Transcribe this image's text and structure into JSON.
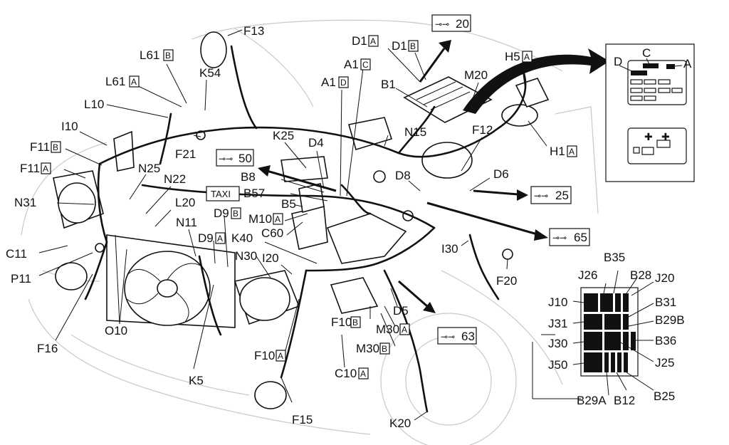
{
  "labels": {
    "F13": "F13",
    "L61B": "L61",
    "L61A": "L61",
    "K54": "K54",
    "L10": "L10",
    "I10": "I10",
    "F11B": "F11",
    "F11A": "F11",
    "N31": "N31",
    "C11": "C11",
    "P11": "P11",
    "F16": "F16",
    "O10": "O10",
    "K5": "K5",
    "F15": "F15",
    "N25": "N25",
    "N22": "N22",
    "L20": "L20",
    "N11": "N11",
    "D9B": "D9",
    "D9A": "D9",
    "K40": "K40",
    "N30": "N30",
    "I20": "I20",
    "C60": "C60",
    "M10A": "M10",
    "B5": "B5",
    "B57": "B57",
    "B8": "B8",
    "TAXI": "TAXI",
    "K25": "K25",
    "D4": "D4",
    "F21": "F21",
    "A1D": "A1",
    "A1C": "A1",
    "D1A": "D1",
    "D1B": "D1",
    "B1": "B1",
    "M20": "M20",
    "N15": "N15",
    "F12": "F12",
    "H5A": "H5",
    "H1A": "H1",
    "D8": "D8",
    "D6": "D6",
    "I30": "I30",
    "F20": "F20",
    "D5": "D5",
    "F10B": "F10",
    "M30A": "M30",
    "M30B": "M30",
    "F10A": "F10",
    "C10A": "C10",
    "K20": "K20",
    "J26": "J26",
    "B35": "B35",
    "B28": "B28",
    "J20": "J20",
    "J10": "J10",
    "B31": "B31",
    "J31": "J31",
    "B29B": "B29B",
    "J30": "J30",
    "B36": "B36",
    "J50": "J50",
    "J25": "J25",
    "B29A": "B29A",
    "B12": "B12",
    "B25": "B25"
  },
  "badges": {
    "L61B": "B",
    "L61A": "A",
    "F11B": "B",
    "F11A": "A",
    "D9B": "B",
    "D9A": "A",
    "M10A": "A",
    "A1D": "D",
    "A1C": "C",
    "D1A": "A",
    "D1B": "B",
    "H5A": "A",
    "H1A": "A",
    "F10B": "B",
    "M30A": "A",
    "M30B": "B",
    "F10A": "A",
    "C10A": "A"
  },
  "refs": {
    "r20": "20",
    "r50": "50",
    "r25": "25",
    "r65": "65",
    "r63": "63"
  },
  "inset": {
    "d": "D",
    "c": "C",
    "a": "A"
  }
}
